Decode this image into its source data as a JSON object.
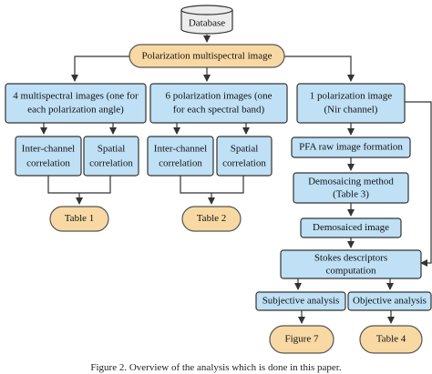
{
  "diagram": {
    "colors": {
      "box_fill": "#bfe0f5",
      "box_stroke": "#333333",
      "oval_fill": "#f8d9a4",
      "oval_stroke": "#555555",
      "database_fill": "#ececec",
      "arrow": "#333333"
    },
    "nodes": {
      "database": "Database",
      "pol_ms_image": "Polarization multispectral image",
      "ms_images": [
        "4 multispectral images (one for",
        "each polarization angle)"
      ],
      "pol_images": [
        "6 polarization images (one",
        "for each spectral band)"
      ],
      "nir_image": [
        "1 polarization image",
        "(Nir channel)"
      ],
      "inter_channel_1": [
        "Inter-channel",
        "correlation"
      ],
      "spatial_1": [
        "Spatial",
        "correlation"
      ],
      "inter_channel_2": [
        "Inter-channel",
        "correlation"
      ],
      "spatial_2": [
        "Spatial",
        "correlation"
      ],
      "pfa_raw": "PFA raw image formation",
      "demosaicing_method": [
        "Demosaicing method",
        "(Table 3)"
      ],
      "demosaiced_image": "Demosaiced image",
      "stokes": [
        "Stokes descriptors",
        "computation"
      ],
      "subjective": "Subjective analysis",
      "objective": "Objective analysis",
      "table1": "Table 1",
      "table2": "Table 2",
      "figure7": "Figure 7",
      "table4": "Table 4"
    },
    "caption": "Figure 2. Overview of the analysis which is done in this paper."
  }
}
